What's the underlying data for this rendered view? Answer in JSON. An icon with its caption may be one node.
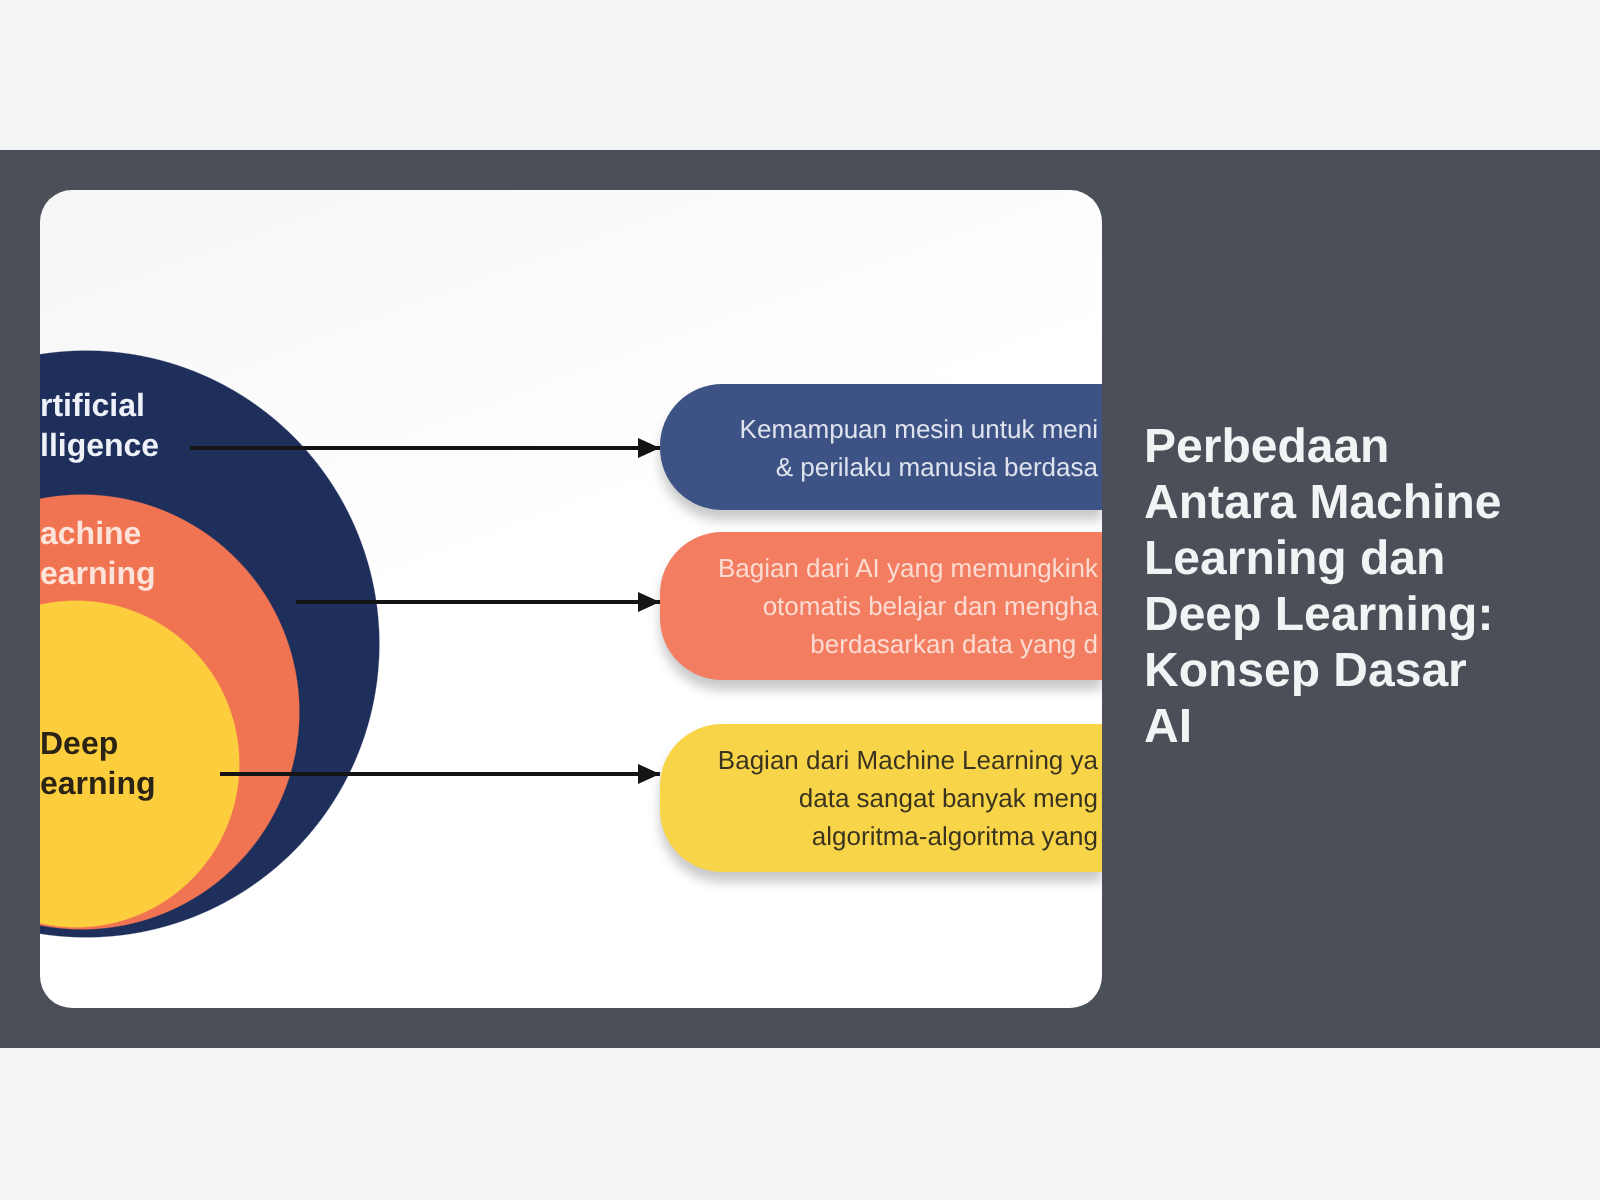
{
  "diagram": {
    "title": "Perbedaan Antara Machine Learning dan Deep Learning: Konsep Dasar AI",
    "nodes": [
      {
        "text": [
          "rtificial lligence"
        ]
      },
      {
        "text": [
          "achine earning"
        ],
        "in": 0
      },
      {
        "text": [
          "Deep earning"
        ],
        "in": 1
      },
      {
        "text": [
          "Kemampuan mesin untuk meni & perilaku manusia berdasa"
        ]
      },
      {
        "text": [
          "Bagian dari AI yang memungkink otomatis belajar dan mengha berdasarkan data yang d"
        ]
      },
      {
        "text": [
          "Bagian dari Machine Learning ya data sangat banyak meng algoritma-algoritma yang"
        ]
      }
    ],
    "edges": [
      {
        "from": 0,
        "to": 3,
        "arrow": "to"
      },
      {
        "from": 1,
        "to": 4,
        "arrow": "to"
      },
      {
        "from": 2,
        "to": 5,
        "arrow": "to"
      }
    ]
  }
}
